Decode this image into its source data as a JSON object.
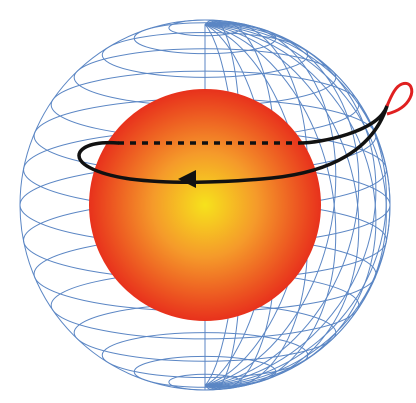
{
  "colors": {
    "background": "#ffffff",
    "wireframe": "#5b86c4",
    "core_center": "#f6e21c",
    "core_mid": "#f59a2a",
    "core_edge": "#e8311c",
    "orbit": "#111111",
    "loop": "#e02020"
  },
  "elements": {
    "wireframe_sphere": "wireframe-globe",
    "core": "glowing-core-sphere",
    "orbit": "orbit-path",
    "orbit_hidden": "hidden-orbit-segment",
    "arrow": "direction-arrow-icon",
    "loop": "red-loop"
  }
}
